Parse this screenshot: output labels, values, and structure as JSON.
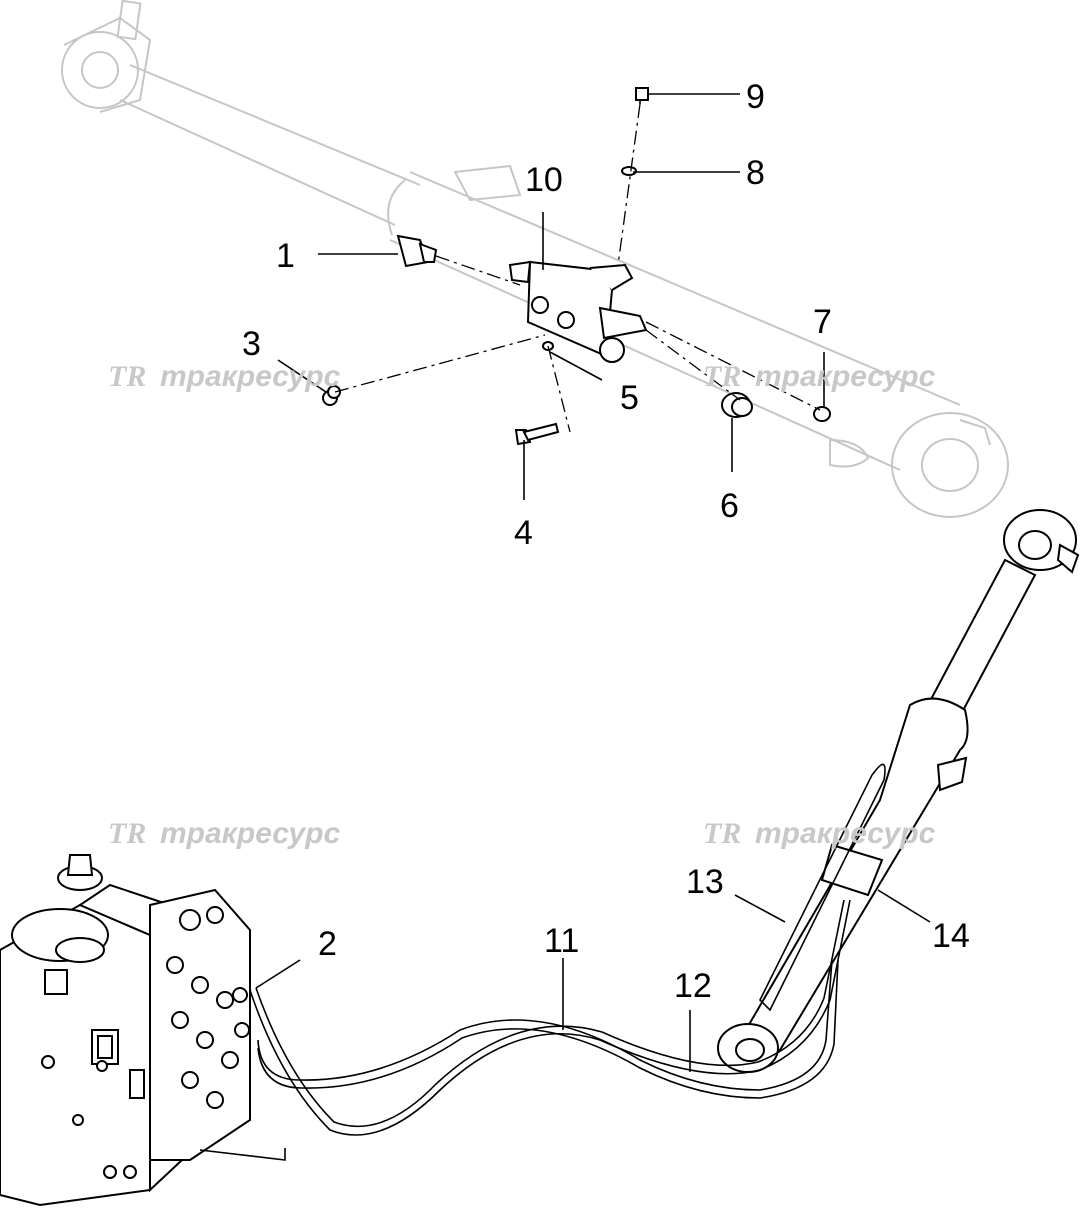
{
  "watermarks": [
    {
      "logo": "TR",
      "text": "тракресурс"
    },
    {
      "logo": "TR",
      "text": "тракресурс"
    },
    {
      "logo": "TR",
      "text": "тракресурс"
    },
    {
      "logo": "TR",
      "text": "тракресурс"
    }
  ],
  "callouts": [
    "1",
    "2",
    "3",
    "4",
    "5",
    "6",
    "7",
    "8",
    "9",
    "10",
    "11",
    "12",
    "13",
    "14"
  ]
}
